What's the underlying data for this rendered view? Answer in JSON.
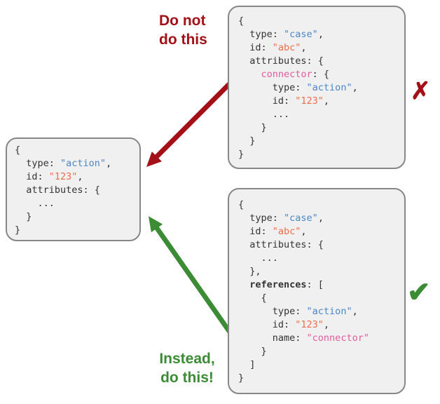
{
  "colors": {
    "string_blue": "#4a86c5",
    "value_orange": "#ec6d4a",
    "name_pink": "#df5b9e",
    "code_plain": "#333333",
    "box_bg": "#f0f0f0",
    "box_border": "#878787",
    "error_red": "#a31017",
    "success_green": "#3c8c35"
  },
  "labels": {
    "do_not": [
      "Do not",
      "do this"
    ],
    "instead": [
      "Instead,",
      "do this!"
    ],
    "wrong_mark": "✗",
    "right_mark": "✔"
  },
  "boxes": {
    "left": {
      "lines": [
        [
          [
            "p",
            "{"
          ]
        ],
        [
          [
            "p",
            "  type: "
          ],
          [
            "blue",
            "\"action\""
          ],
          [
            "p",
            ","
          ]
        ],
        [
          [
            "p",
            "  id: "
          ],
          [
            "orange",
            "\"123\""
          ],
          [
            "p",
            ","
          ]
        ],
        [
          [
            "p",
            "  attributes: {"
          ]
        ],
        [
          [
            "p",
            "    ..."
          ]
        ],
        [
          [
            "p",
            "  }"
          ]
        ],
        [
          [
            "p",
            "}"
          ]
        ]
      ]
    },
    "bad": {
      "lines": [
        [
          [
            "p",
            "{"
          ]
        ],
        [
          [
            "p",
            "  type: "
          ],
          [
            "blue",
            "\"case\""
          ],
          [
            "p",
            ","
          ]
        ],
        [
          [
            "p",
            "  id: "
          ],
          [
            "orange",
            "\"abc\""
          ],
          [
            "p",
            ","
          ]
        ],
        [
          [
            "p",
            "  attributes: {"
          ]
        ],
        [
          [
            "p",
            "    "
          ],
          [
            "pink",
            "connector"
          ],
          [
            "p",
            ": {"
          ]
        ],
        [
          [
            "p",
            "      type: "
          ],
          [
            "blue",
            "\"action\""
          ],
          [
            "p",
            ","
          ]
        ],
        [
          [
            "p",
            "      id: "
          ],
          [
            "orange",
            "\"123\""
          ],
          [
            "p",
            ","
          ]
        ],
        [
          [
            "p",
            "      ..."
          ]
        ],
        [
          [
            "p",
            "    }"
          ]
        ],
        [
          [
            "p",
            "  }"
          ]
        ],
        [
          [
            "p",
            "}"
          ]
        ]
      ]
    },
    "good": {
      "lines": [
        [
          [
            "p",
            "{"
          ]
        ],
        [
          [
            "p",
            "  type: "
          ],
          [
            "blue",
            "\"case\""
          ],
          [
            "p",
            ","
          ]
        ],
        [
          [
            "p",
            "  id: "
          ],
          [
            "orange",
            "\"abc\""
          ],
          [
            "p",
            ","
          ]
        ],
        [
          [
            "p",
            "  attributes: {"
          ]
        ],
        [
          [
            "p",
            "    ..."
          ]
        ],
        [
          [
            "p",
            "  },"
          ]
        ],
        [
          [
            "p",
            "  "
          ],
          [
            "bold",
            "references"
          ],
          [
            "p",
            ": ["
          ]
        ],
        [
          [
            "p",
            "    {"
          ]
        ],
        [
          [
            "p",
            "      type: "
          ],
          [
            "blue",
            "\"action\""
          ],
          [
            "p",
            ","
          ]
        ],
        [
          [
            "p",
            "      id: "
          ],
          [
            "orange",
            "\"123\""
          ],
          [
            "p",
            ","
          ]
        ],
        [
          [
            "p",
            "      name: "
          ],
          [
            "pink",
            "\"connector\""
          ]
        ],
        [
          [
            "p",
            "    }"
          ]
        ],
        [
          [
            "p",
            "  ]"
          ]
        ],
        [
          [
            "p",
            "}"
          ]
        ]
      ]
    }
  }
}
